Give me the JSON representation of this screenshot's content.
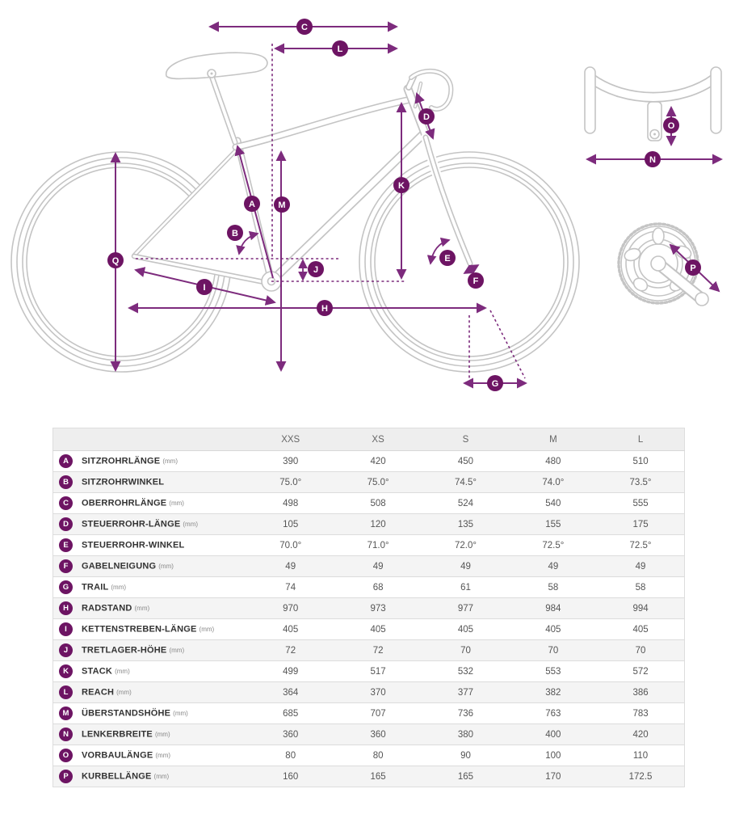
{
  "colors": {
    "accent": "#6d1463",
    "dimension_line": "#7d2b7d",
    "bike_outline": "#c4c4c4"
  },
  "diagram": {
    "badges": [
      "A",
      "B",
      "C",
      "D",
      "E",
      "F",
      "G",
      "H",
      "I",
      "J",
      "K",
      "L",
      "M",
      "N",
      "O",
      "P",
      "Q"
    ]
  },
  "table": {
    "columns": [
      "XXS",
      "XS",
      "S",
      "M",
      "L"
    ],
    "rows": [
      {
        "letter": "A",
        "label": "SITZROHRLÄNGE",
        "unit": "(mm)",
        "values": [
          "390",
          "420",
          "450",
          "480",
          "510"
        ]
      },
      {
        "letter": "B",
        "label": "SITZROHRWINKEL",
        "unit": "",
        "values": [
          "75.0°",
          "75.0°",
          "74.5°",
          "74.0°",
          "73.5°"
        ]
      },
      {
        "letter": "C",
        "label": "OBERROHRLÄNGE",
        "unit": "(mm)",
        "values": [
          "498",
          "508",
          "524",
          "540",
          "555"
        ]
      },
      {
        "letter": "D",
        "label": "STEUERROHR-LÄNGE",
        "unit": "(mm)",
        "values": [
          "105",
          "120",
          "135",
          "155",
          "175"
        ]
      },
      {
        "letter": "E",
        "label": "STEUERROHR-WINKEL",
        "unit": "",
        "values": [
          "70.0°",
          "71.0°",
          "72.0°",
          "72.5°",
          "72.5°"
        ]
      },
      {
        "letter": "F",
        "label": "GABELNEIGUNG",
        "unit": "(mm)",
        "values": [
          "49",
          "49",
          "49",
          "49",
          "49"
        ]
      },
      {
        "letter": "G",
        "label": "TRAIL",
        "unit": "(mm)",
        "values": [
          "74",
          "68",
          "61",
          "58",
          "58"
        ]
      },
      {
        "letter": "H",
        "label": "RADSTAND",
        "unit": "(mm)",
        "values": [
          "970",
          "973",
          "977",
          "984",
          "994"
        ]
      },
      {
        "letter": "I",
        "label": "KETTENSTREBEN-LÄNGE",
        "unit": "(mm)",
        "values": [
          "405",
          "405",
          "405",
          "405",
          "405"
        ]
      },
      {
        "letter": "J",
        "label": "TRETLAGER-HÖHE",
        "unit": "(mm)",
        "values": [
          "72",
          "72",
          "70",
          "70",
          "70"
        ]
      },
      {
        "letter": "K",
        "label": "STACK",
        "unit": "(mm)",
        "values": [
          "499",
          "517",
          "532",
          "553",
          "572"
        ]
      },
      {
        "letter": "L",
        "label": "REACH",
        "unit": "(mm)",
        "values": [
          "364",
          "370",
          "377",
          "382",
          "386"
        ]
      },
      {
        "letter": "M",
        "label": "ÜBERSTANDSHÖHE",
        "unit": "(mm)",
        "values": [
          "685",
          "707",
          "736",
          "763",
          "783"
        ]
      },
      {
        "letter": "N",
        "label": "LENKERBREITE",
        "unit": "(mm)",
        "values": [
          "360",
          "360",
          "380",
          "400",
          "420"
        ]
      },
      {
        "letter": "O",
        "label": "VORBAULÄNGE",
        "unit": "(mm)",
        "values": [
          "80",
          "80",
          "90",
          "100",
          "110"
        ]
      },
      {
        "letter": "P",
        "label": "KURBELLÄNGE",
        "unit": "(mm)",
        "values": [
          "160",
          "165",
          "165",
          "170",
          "172.5"
        ]
      }
    ]
  }
}
